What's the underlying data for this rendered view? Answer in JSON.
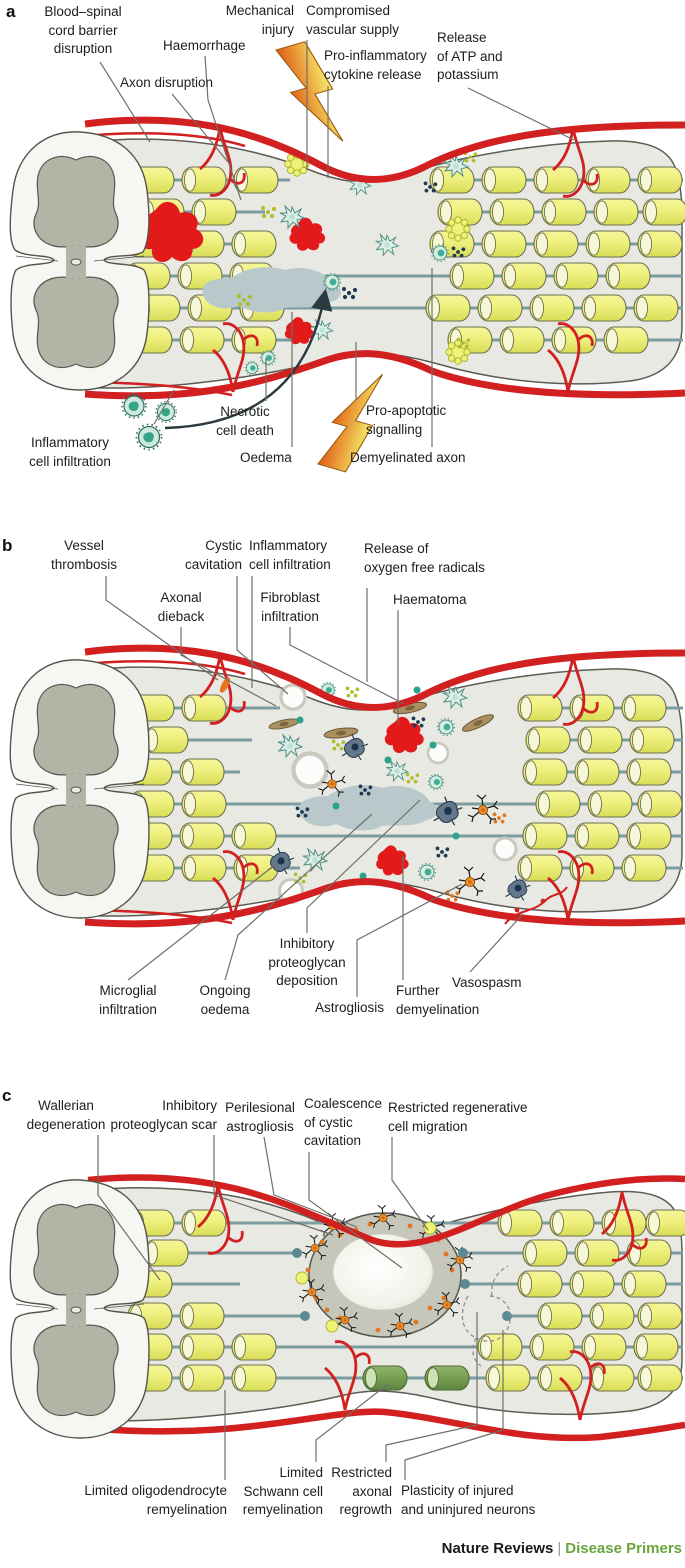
{
  "panels": {
    "a": {
      "letter": "a",
      "labels": [
        {
          "id": "blood-spinal-cord-barrier-disruption",
          "text": "Blood–spinal\ncord barrier\ndisruption"
        },
        {
          "id": "axon-disruption",
          "text": "Axon disruption"
        },
        {
          "id": "haemorrhage",
          "text": "Haemorrhage"
        },
        {
          "id": "mechanical-injury",
          "text": "Mechanical\ninjury"
        },
        {
          "id": "compromised-vascular-supply",
          "text": "Compromised\nvascular supply"
        },
        {
          "id": "pro-inflammatory-cytokine-release",
          "text": "Pro-inflammatory\ncytokine release"
        },
        {
          "id": "release-of-atp-and-potassium",
          "text": "Release\nof ATP and\npotassium"
        },
        {
          "id": "inflammatory-cell-infiltration",
          "text": "Inflammatory\ncell infiltration"
        },
        {
          "id": "necrotic-cell-death",
          "text": "Necrotic\ncell death"
        },
        {
          "id": "oedema",
          "text": "Oedema"
        },
        {
          "id": "pro-apoptotic-signalling",
          "text": "Pro-apoptotic\nsignalling"
        },
        {
          "id": "demyelinated-axon",
          "text": "Demyelinated axon"
        }
      ]
    },
    "b": {
      "letter": "b",
      "labels": [
        {
          "id": "vessel-thrombosis",
          "text": "Vessel\nthrombosis"
        },
        {
          "id": "cystic-cavitation",
          "text": "Cystic\ncavitation"
        },
        {
          "id": "inflammatory-cell-infiltration",
          "text": "Inflammatory\ncell infiltration"
        },
        {
          "id": "release-of-oxygen-free-radicals",
          "text": "Release of\noxygen free radicals"
        },
        {
          "id": "axonal-dieback",
          "text": "Axonal\ndieback"
        },
        {
          "id": "fibroblast-infiltration",
          "text": "Fibroblast\ninfiltration"
        },
        {
          "id": "haematoma",
          "text": "Haematoma"
        },
        {
          "id": "microglial-infiltration",
          "text": "Microglial\ninfiltration"
        },
        {
          "id": "ongoing-oedema",
          "text": "Ongoing\noedema"
        },
        {
          "id": "inhibitory-proteoglycan-deposition",
          "text": "Inhibitory\nproteoglycan\ndeposition"
        },
        {
          "id": "astrogliosis",
          "text": "Astrogliosis"
        },
        {
          "id": "further-demyelination",
          "text": "Further\ndemyelination"
        },
        {
          "id": "vasospasm",
          "text": "Vasospasm"
        }
      ]
    },
    "c": {
      "letter": "c",
      "labels": [
        {
          "id": "wallerian-degeneration",
          "text": "Wallerian\ndegeneration"
        },
        {
          "id": "inhibitory-proteoglycan-scar",
          "text": "Inhibitory\nproteoglycan scar"
        },
        {
          "id": "perilesional-astrogliosis",
          "text": "Perilesional\nastrogliosis"
        },
        {
          "id": "coalescence-of-cystic-cavitation",
          "text": "Coalescence\nof cystic\ncavitation"
        },
        {
          "id": "restricted-regenerative-cell-migration",
          "text": "Restricted regenerative\ncell migration"
        },
        {
          "id": "limited-oligodendrocyte-remyelination",
          "text": "Limited oligodendrocyte\nremyelination"
        },
        {
          "id": "limited-schwann-cell-remyelination",
          "text": "Limited\nSchwann cell\nremyelination"
        },
        {
          "id": "restricted-axonal-regrowth",
          "text": "Restricted\naxonal\nregrowth"
        },
        {
          "id": "plasticity-of-injured-and-uninjured-neurons",
          "text": "Plasticity of injured\nand uninjured neurons"
        }
      ]
    }
  },
  "footer": {
    "journal": "Nature Reviews",
    "separator": "|",
    "series": "Disease Primers"
  },
  "colors": {
    "vessel_red": "#d21f1f",
    "haemorrhage_red": "#e21a1a",
    "myelin_yellow": "#eef07e",
    "axon_teal": "#7b9da1",
    "oedema_grey_blue": "#b9c8cb",
    "schwann_green": "#79a155",
    "astrocyte_orange": "#ef8d2a",
    "footer_green": "#6aa63c"
  }
}
